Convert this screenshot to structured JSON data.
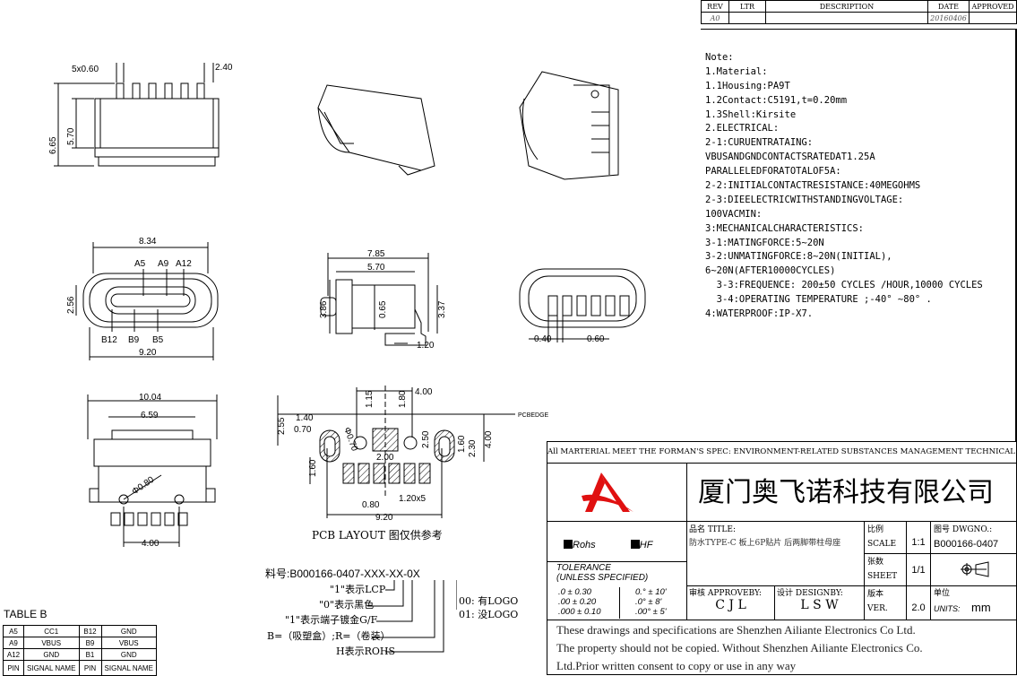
{
  "revision_table": {
    "headers": [
      "REV",
      "LTR",
      "DESCRIPTION",
      "DATE",
      "APPROVED"
    ],
    "rows": [
      [
        "A0",
        "",
        "",
        "20160406",
        ""
      ]
    ]
  },
  "notes": [
    "Note:",
    "1.Material:",
    "1.1Housing:PA9T",
    "1.2Contact:C5191,t=0.20mm",
    "1.3Shell:Kirsite",
    "2.ELECTRICAL:",
    "2-1:CURUENTRATAING:",
    "VBUSANDGNDCONTACTSRATEDAT1.25A",
    "PARALLELEDFORATOTALOF5A:",
    "2-2:INITIALCONTACTRESISTANCE:40MEGOHMS",
    "2-3:DIEELECTRICWITHSTANDINGVOLTAGE:",
    "100VACMIN:",
    "3:MECHANICALCHARACTERISTICS:",
    "3-1:MATINGFORCE:5~20N",
    "3-2:UNMATINGFORCE:8~20N(INITIAL),",
    "6~20N(AFTER10000CYCLES)",
    "  3-3:FREQUENCE: 200±50 CYCLES /HOUR,10000 CYCLES",
    "  3-4:OPERATING TEMPERATURE ;-40° ~80° .",
    "4:WATERPROOF:IP-X7."
  ],
  "dimensions": {
    "top_view": [
      "5x0.60",
      "2.40",
      "6.65",
      "5.70"
    ],
    "front_view": [
      "8.34",
      "A5",
      "A9",
      "A12",
      "2.56",
      "B12",
      "B9",
      "B5",
      "9.20"
    ],
    "side_view": [
      "7.85",
      "5.70",
      "3.86",
      "0.65",
      "3.37",
      "1.20"
    ],
    "rear_view": [
      "0.40",
      "0.60"
    ],
    "bottom_view": [
      "10.04",
      "6.59",
      "Φ0.80",
      "4.00"
    ],
    "pcb": [
      "1.15",
      "1.80",
      "4.00",
      "2.55",
      "1.40",
      "0.70",
      "Φ0.70",
      "2.50",
      "1.60",
      "2.30",
      "4.00",
      "2.00",
      "1.60",
      "0.80",
      "1.20x5",
      "9.20"
    ],
    "pcb_edge": "PCBEDGE",
    "pcb_title": "PCB LAYOUT 图仅供参考"
  },
  "part_number": {
    "code": "料号:B000166-0407-XXX-XX-0X",
    "legend": [
      "\"1\"表示LCP",
      "\"0\"表示黑色",
      "\"1\"表示端子镀金G/F",
      "B=（吸塑盒）;R=（卷装）",
      "H表示ROHS",
      "00: 有LOGO",
      "01: 没LOGO"
    ]
  },
  "table_b": {
    "title": "TABLE B",
    "rows": [
      [
        "A5",
        "CC1",
        "B12",
        "GND"
      ],
      [
        "A9",
        "VBUS",
        "B9",
        "VBUS"
      ],
      [
        "A12",
        "GND",
        "B1",
        "GND"
      ],
      [
        "PIN",
        "SIGNAL NAME",
        "PIN",
        "SIGNAL NAME"
      ]
    ]
  },
  "title_block": {
    "spec": "All MARTERIAL MEET THE FORMAN'S SPEC: ENVIRONMENT-RELATED SUBSTANCES MANAGEMENT TECHNICAL STANDARD",
    "company": "厦门奥飞诺科技有限公司",
    "rohs": "Rohs",
    "hf": "HF",
    "title_label": "品名 TITLE:",
    "title": "防水TYPE-C 板上6P贴片 后两脚带柱母座",
    "tolerance_title": "TOLERANCE",
    "tolerance_sub": "(UNLESS SPECIFIED)",
    "tol_linear": [
      ".0 ± 0.30",
      ".00 ± 0.20",
      ".000 ± 0.10"
    ],
    "tol_angle": [
      "0.° ± 10'",
      ".0° ± 8'",
      ".00° ± 5'"
    ],
    "approve_label": "审核 APPROVEBY:",
    "approve": "C J L",
    "design_label": "设计 DESIGNBY:",
    "design": "L S W",
    "scale_cn": "比例",
    "scale_label": "SCALE",
    "scale": "1:1",
    "sheet_cn": "张数",
    "sheet_label": "SHEET",
    "sheet": "1/1",
    "ver_cn": "版本",
    "ver_label": "VER.",
    "ver": "2.0",
    "dwg_label": "图号 DWGNO.:",
    "dwg": "B000166-0407",
    "units_cn": "单位",
    "units_label": "UNITS:",
    "units": "mm",
    "disclaimer": [
      "These drawings and specifications are Shenzhen Ailiante Electronics Co Ltd.",
      "The property should not be copied. Without Shenzhen Ailiante Electronics Co.",
      "Ltd.Prior written consent to copy or use in any way"
    ]
  },
  "colors": {
    "logo_red": "#e01010",
    "line": "#000000"
  }
}
